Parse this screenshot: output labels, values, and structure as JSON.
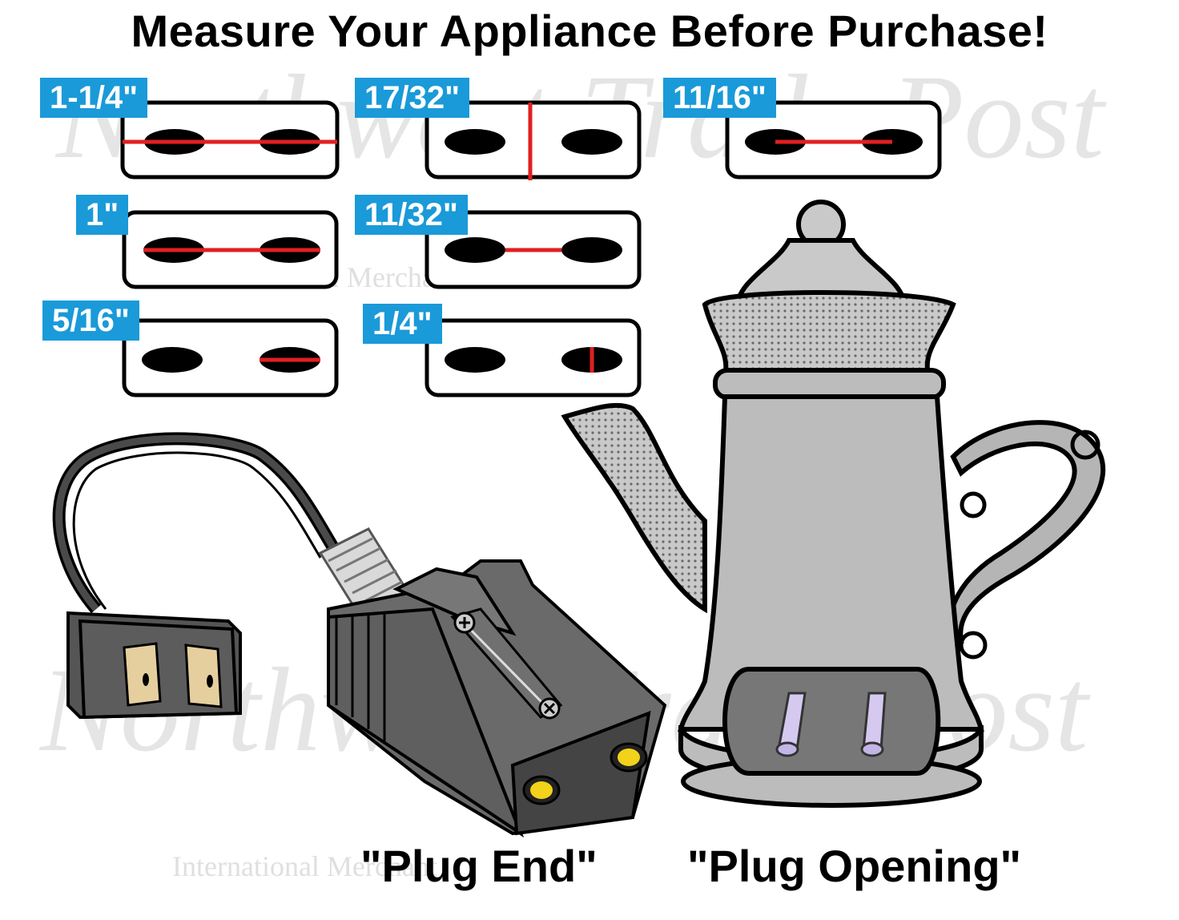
{
  "title": "Measure Your Appliance Before Purchase!",
  "watermark": {
    "script_text": "Northwest Trade Post",
    "subtitle_text": "International Merchant"
  },
  "measurements": [
    {
      "label": "1-1/4\"",
      "type": "outer-span"
    },
    {
      "label": "17/32\"",
      "type": "center-divider"
    },
    {
      "label": "11/16\"",
      "type": "inner-span"
    },
    {
      "label": "1\"",
      "type": "full-pin-span"
    },
    {
      "label": "11/32\"",
      "type": "gap-span"
    },
    {
      "label": "5/16\"",
      "type": "pin-width"
    },
    {
      "label": "1/4\"",
      "type": "pin-height"
    }
  ],
  "captions": {
    "plug_end": "\"Plug End\"",
    "plug_opening": "\"Plug Opening\""
  },
  "colors": {
    "label_bg": "#1a9ad9",
    "measure_line": "#e02020",
    "pin": "#000000",
    "plug_body": "#555555",
    "pot_body": "#bcbcbc"
  }
}
